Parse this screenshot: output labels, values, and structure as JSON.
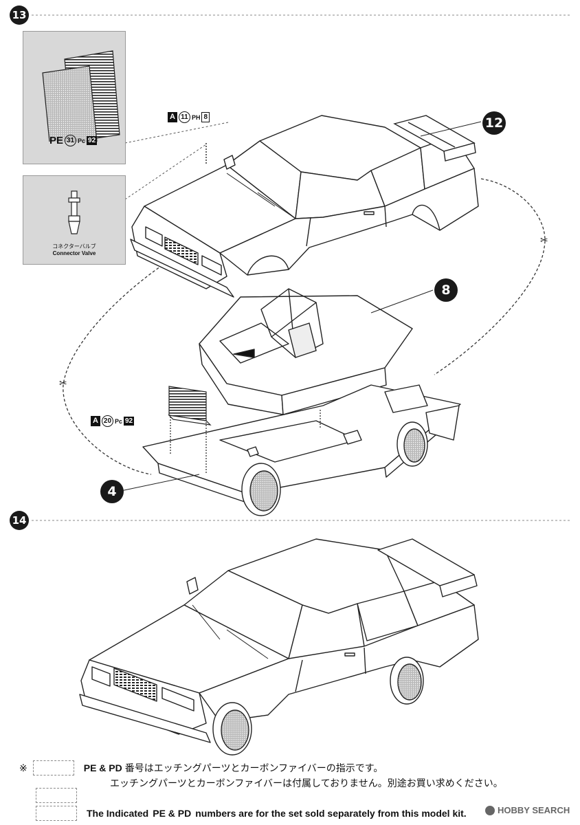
{
  "steps": [
    {
      "number": "13"
    },
    {
      "number": "14"
    }
  ],
  "callouts": {
    "wing": "12",
    "interior": "8",
    "chassis": "4"
  },
  "inset_photo_etch": {
    "part_code": "PE",
    "part_number": "31",
    "ref_prefix": "Pc",
    "ref_number": "92"
  },
  "inset_valve": {
    "label_jp": "コネクターバルブ",
    "label_en": "Connector Valve"
  },
  "part_tag_mirror": {
    "sprue": "A",
    "number": "11",
    "ref_prefix": "PH",
    "ref_number": "8"
  },
  "part_tag_grille": {
    "sprue": "A",
    "number": "20",
    "ref_prefix": "Pc",
    "ref_number": "92"
  },
  "notes": {
    "mark": "※",
    "line1_codes": "PE & PD",
    "line1_text": "番号はエッチングパーツとカーボンファイバーの指示です。",
    "line2_text": "エッチングパーツとカーボンファイバーは付属しておりません。別途お買い求めください。",
    "line3_prefix": "The Indicated",
    "line3_codes": "PE & PD",
    "line3_text": "numbers are for the set sold separately from this model kit."
  },
  "watermark": "HOBBY SEARCH"
}
